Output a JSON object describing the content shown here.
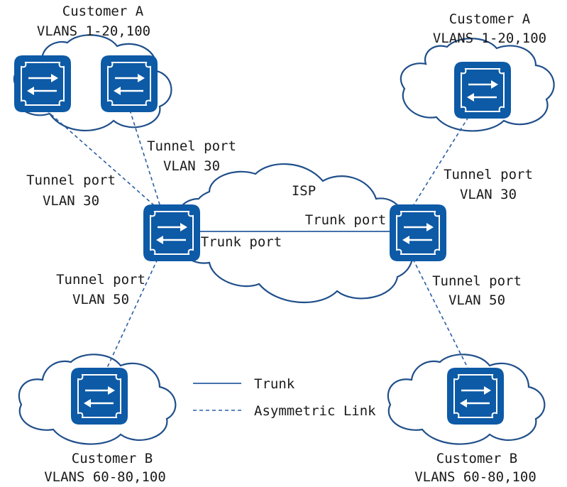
{
  "customers": {
    "a_left": {
      "name": "Customer A",
      "vlans": "VLANS 1-20,100"
    },
    "a_right": {
      "name": "Customer A",
      "vlans": "VLANS 1-20,100"
    },
    "b_left": {
      "name": "Customer B",
      "vlans": "VLANS 60-80,100"
    },
    "b_right": {
      "name": "Customer B",
      "vlans": "VLANS 60-80,100"
    }
  },
  "isp": {
    "label": "ISP"
  },
  "ports": {
    "left_a_top": {
      "line1": "Tunnel port",
      "line2": "VLAN 30"
    },
    "left_a_side": {
      "line1": "Tunnel port",
      "line2": "VLAN 30"
    },
    "left_b": {
      "line1": "Tunnel port",
      "line2": "VLAN 50"
    },
    "right_a": {
      "line1": "Tunnel port",
      "line2": "VLAN 30"
    },
    "right_b": {
      "line1": "Tunnel port",
      "line2": "VLAN 50"
    },
    "trunk_left": "Trunk port",
    "trunk_right": "Trunk port"
  },
  "legend": {
    "trunk": "Trunk",
    "asymmetric": "Asymmetric Link"
  },
  "colors": {
    "switch": "#0d5aa6",
    "cloud_outline": "#1f4f8a",
    "link": "#2a5ea0"
  },
  "icons": {
    "switch": "switch-icon",
    "cloud": "cloud-shape"
  }
}
